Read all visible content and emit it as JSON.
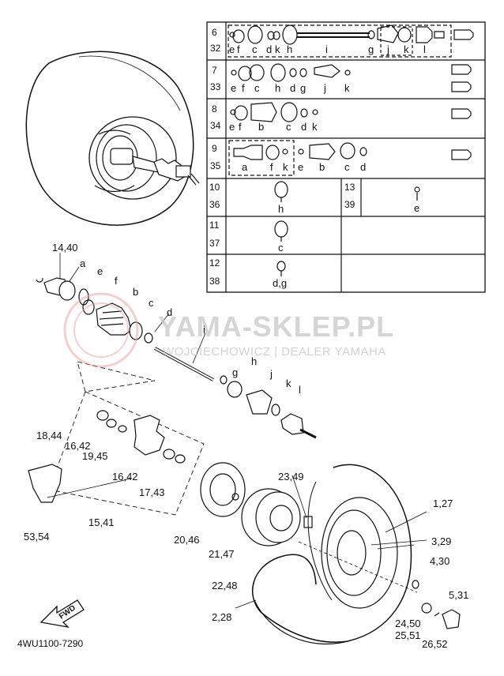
{
  "watermark": {
    "brand": "YAMA-SKLEP.PL",
    "dealer": "WOJCIECHOWICZ | DEALER YAMAHA"
  },
  "diagram_code": "4WU1100-7290",
  "fwd_label": "FWD",
  "table_rows": [
    {
      "num_top": "6",
      "num_bottom": "32",
      "parts": [
        "e",
        "f",
        "c",
        "d",
        "k",
        "h",
        "i",
        "g",
        "j",
        "k",
        "l"
      ]
    },
    {
      "num_top": "7",
      "num_bottom": "33",
      "parts": [
        "e",
        "f",
        "c",
        "h",
        "d",
        "g",
        "j",
        "k"
      ]
    },
    {
      "num_top": "8",
      "num_bottom": "34",
      "parts": [
        "e",
        "f",
        "b",
        "c",
        "d",
        "k"
      ]
    },
    {
      "num_top": "9",
      "num_bottom": "35",
      "parts": [
        "a",
        "f",
        "k",
        "e",
        "b",
        "c",
        "d"
      ]
    },
    {
      "num_top": "10",
      "num_bottom": "36",
      "parts": [
        "h"
      ],
      "right_num_top": "13",
      "right_num_bottom": "39",
      "right_parts": [
        "e"
      ]
    },
    {
      "num_top": "11",
      "num_bottom": "37",
      "parts": [
        "c"
      ]
    },
    {
      "num_top": "12",
      "num_bottom": "38",
      "parts": [
        "d,g"
      ]
    }
  ],
  "callouts": {
    "c14_40": "14,40",
    "a": "a",
    "e": "e",
    "f": "f",
    "b": "b",
    "c": "c",
    "d": "d",
    "i": "i",
    "g": "g",
    "h": "h",
    "j": "j",
    "k": "k",
    "l": "l",
    "c18_44": "18,44",
    "c16_42a": "16,42",
    "c19_45": "19,45",
    "c16_42b": "16,42",
    "c17_43": "17,43",
    "c15_41": "15,41",
    "c53_54": "53,54",
    "c20_46": "20,46",
    "c21_47": "21,47",
    "c22_48": "22,48",
    "c2_28": "2,28",
    "c23_49": "23,49",
    "c1_27": "1,27",
    "c3_29": "3,29",
    "c4_30": "4,30",
    "c5_31": "5,31",
    "c24_50": "24,50",
    "c25_51": "25,51",
    "c26_52": "26,52"
  }
}
